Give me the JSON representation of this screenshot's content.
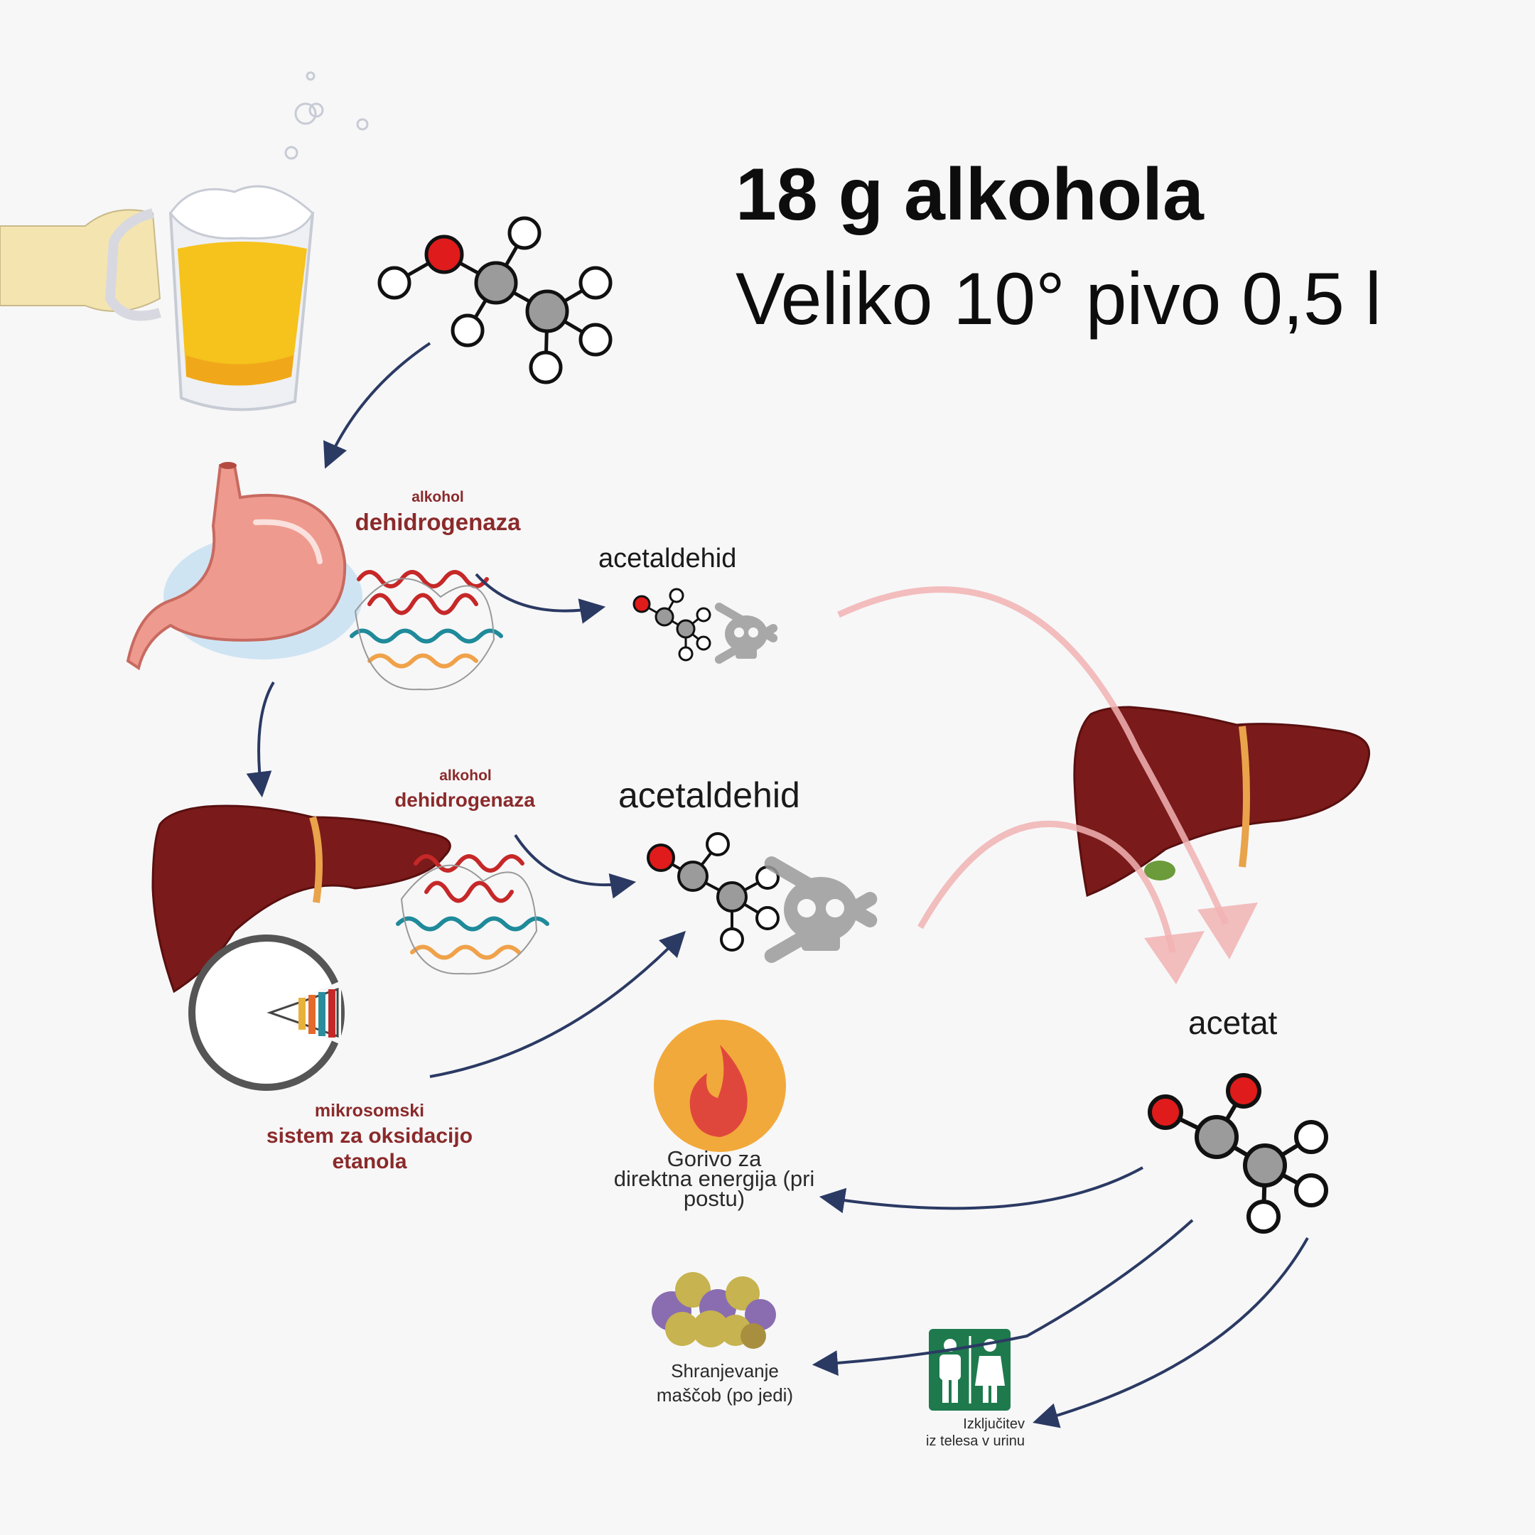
{
  "title": {
    "line1": "18 g alkohola",
    "line2": "Veliko 10° pivo 0,5 l"
  },
  "enzyme_stomach": {
    "small": "alkohol",
    "big": "dehidrogenaza"
  },
  "enzyme_liver": {
    "small": "alkohol",
    "big": "dehidrogenaza"
  },
  "product_stomach": "acetaldehid",
  "product_liver": "acetaldehid",
  "meos": {
    "line1": "mikrosomski",
    "line2": "sistem za oksidacijo",
    "line3": "etanola"
  },
  "acetate": "acetat",
  "fates": {
    "fuel": {
      "line1": "Gorivo za",
      "line2": "direktna energija (pri",
      "line3": "postu)"
    },
    "fat": {
      "line1": "Shranjevanje",
      "line2": "maščob (po jedi)"
    },
    "urine": {
      "line1": "Izključitev",
      "line2": "iz telesa v urinu"
    }
  },
  "colors": {
    "enzyme_text": "#8b2a2a",
    "arrow": "#2b3a63",
    "liver": "#7b1a1a",
    "stomach": "#ef9a8e",
    "oxygen": "#e01b1b",
    "carbon": "#9b9b9b",
    "fire": "#f2a93b",
    "toilet_sign": "#1e7a4d"
  }
}
